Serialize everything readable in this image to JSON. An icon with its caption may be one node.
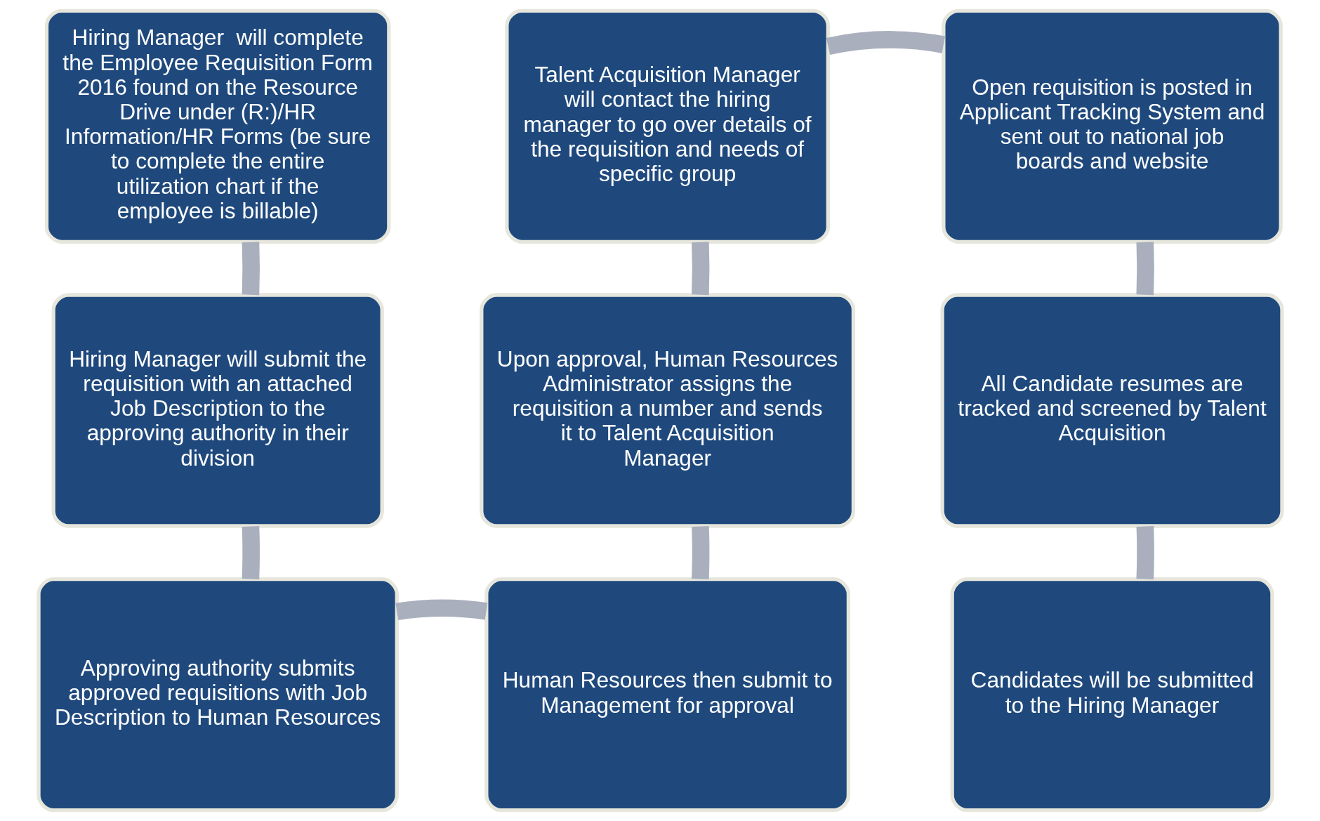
{
  "diagram": {
    "nodes": [
      {
        "text": [
          "Hiring Manager  will complete the Employee Requisition Form 2016 found on the Resource Drive under (R:)/HR Information/HR Forms (be sure to complete the entire utilization chart if the employee is billable)"
        ]
      },
      {
        "text": [
          "Talent Acquisition Manager will contact the hiring manager to go over details of the requisition and needs of specific group"
        ]
      },
      {
        "text": [
          "Open requisition is posted in Applicant Tracking System and sent out to national job boards and website"
        ]
      },
      {
        "text": [
          "Hiring Manager will submit the requisition with an attached Job Description to the approving authority in their division"
        ]
      },
      {
        "text": [
          "Upon approval, Human Resources Administrator assigns the requisition a number and sends it to Talent Acquisition Manager"
        ]
      },
      {
        "text": [
          "All Candidate resumes are tracked and screened by Talent Acquisition"
        ]
      },
      {
        "text": [
          "Approving authority submits approved requisitions with Job Description to Human Resources"
        ]
      },
      {
        "text": [
          "Human Resources then submit to Management for approval"
        ]
      },
      {
        "text": [
          "Candidates will be submitted to the Hiring Manager"
        ]
      }
    ],
    "edges": [
      {
        "from": 0,
        "to": 3,
        "arrow": "none"
      },
      {
        "from": 3,
        "to": 6,
        "arrow": "none"
      },
      {
        "from": 6,
        "to": 7,
        "arrow": "none"
      },
      {
        "from": 7,
        "to": 4,
        "arrow": "none"
      },
      {
        "from": 4,
        "to": 1,
        "arrow": "none"
      },
      {
        "from": 1,
        "to": 2,
        "arrow": "none"
      },
      {
        "from": 2,
        "to": 5,
        "arrow": "none"
      },
      {
        "from": 5,
        "to": 8,
        "arrow": "none"
      }
    ]
  }
}
